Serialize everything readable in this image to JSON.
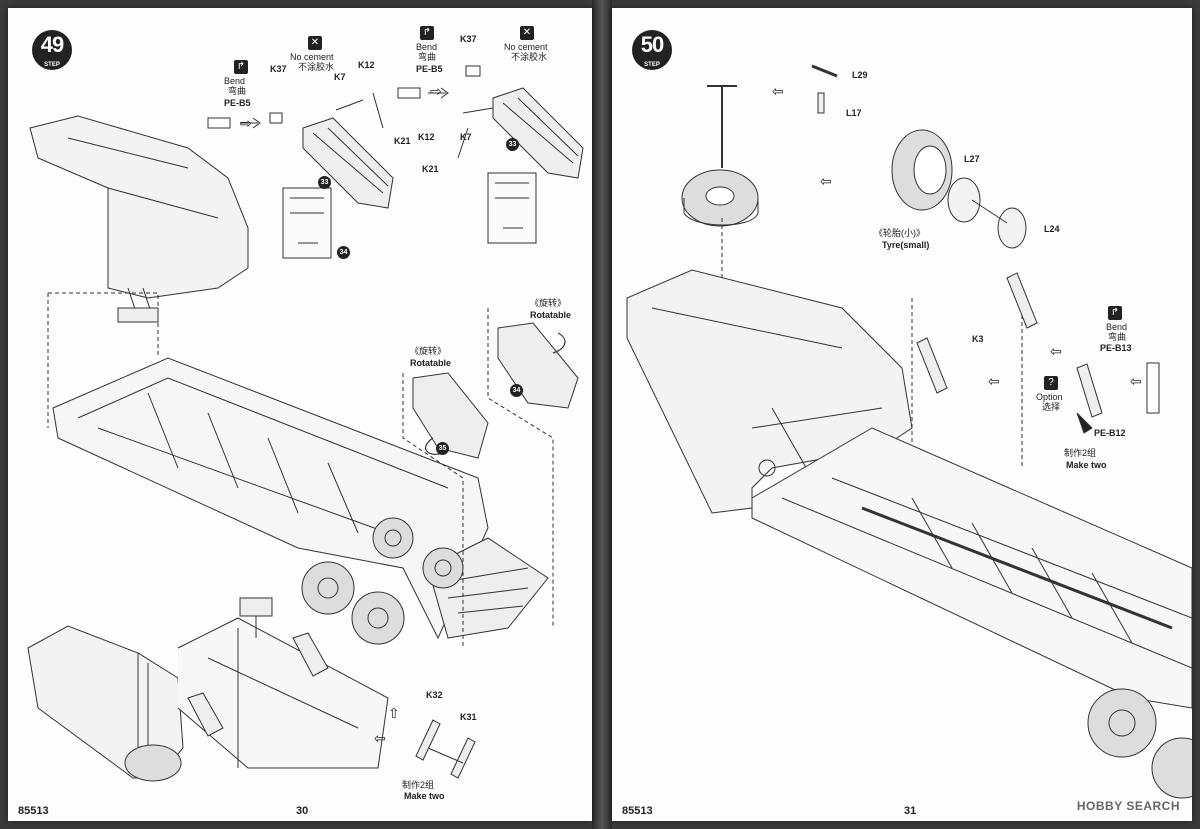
{
  "left_page": {
    "step_number": "49",
    "step_label": "STEP",
    "labels": {
      "bend_cn_1": "弯曲",
      "bend_en_1": "Bend",
      "pe_b5_1": "PE-B5",
      "no_cement_en_1": "No cement",
      "no_cement_cn_1": "不涂胶水",
      "k37_1": "K37",
      "k7_1": "K7",
      "k12_1": "K12",
      "k21_1": "K21",
      "bend_cn_2": "弯曲",
      "bend_en_2": "Bend",
      "pe_b5_2": "PE-B5",
      "no_cement_en_2": "No cement",
      "no_cement_cn_2": "不涂胶水",
      "k37_2": "K37",
      "k12_2": "K12",
      "k7_2": "K7",
      "k21_2": "K21",
      "rotatable_cn_1": "《旋转》",
      "rotatable_en_1": "Rotatable",
      "rotatable_cn_2": "《旋转》",
      "rotatable_en_2": "Rotatable",
      "k32": "K32",
      "k31": "K31",
      "make_two_cn": "制作2组",
      "make_two_en": "Make two"
    },
    "callouts": [
      "33",
      "34",
      "33",
      "34",
      "35"
    ],
    "product_code": "85513",
    "page_number": "30"
  },
  "right_page": {
    "step_number": "50",
    "step_label": "STEP",
    "labels": {
      "l29": "L29",
      "l17": "L17",
      "l27": "L27",
      "l24": "L24",
      "tyre_cn": "《轮胎(小)》",
      "tyre_en": "Tyre(small)",
      "k3": "K3",
      "bend_en": "Bend",
      "bend_cn": "弯曲",
      "pe_b13": "PE-B13",
      "option_en": "Option",
      "option_cn": "选择",
      "pe_b12": "PE-B12",
      "make_two_cn": "制作2组",
      "make_two_en": "Make two"
    },
    "product_code": "85513",
    "page_number": "31",
    "watermark": "HOBBY SEARCH"
  },
  "colors": {
    "ink": "#222222",
    "paper": "#fdfdfd",
    "background": "#3a3a3a"
  },
  "icons": {
    "bend": "bend-icon",
    "no_cement": "no-cement-icon",
    "option": "option-icon",
    "direction": "arrow-icon"
  }
}
